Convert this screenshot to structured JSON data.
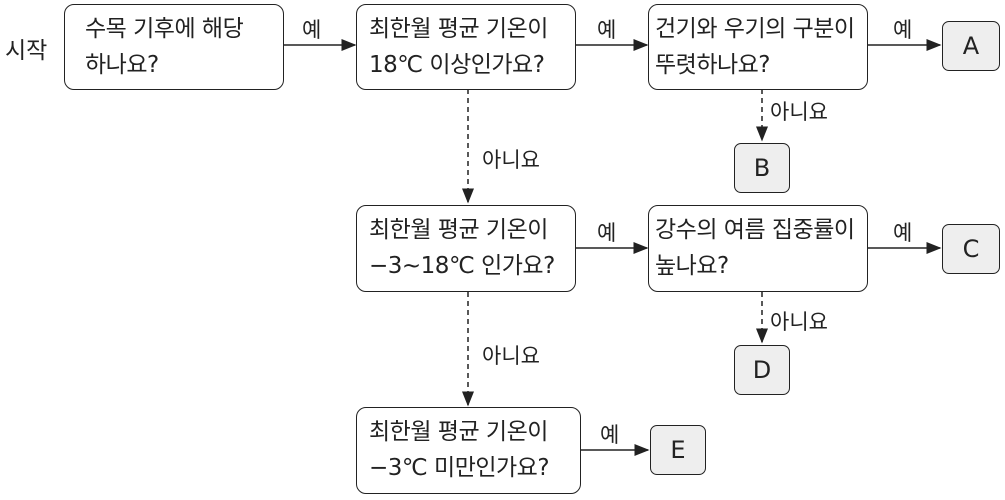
{
  "start_label": "시작",
  "yes": "예",
  "no": "아니요",
  "questions": {
    "q1": [
      "수목 기후에 해당",
      "하나요?"
    ],
    "q2": [
      "최한월 평균 기온이",
      "18℃ 이상인가요?"
    ],
    "q3": [
      "건기와 우기의 구분이",
      "뚜렷하나요?"
    ],
    "q4": [
      "최한월 평균 기온이",
      "−3∼18℃ 인가요?"
    ],
    "q5": [
      "강수의 여름 집중률이",
      "높나요?"
    ],
    "q6": [
      "최한월 평균 기온이",
      "−3℃ 미만인가요?"
    ]
  },
  "results": {
    "a": "A",
    "b": "B",
    "c": "C",
    "d": "D",
    "e": "E"
  },
  "colors": {
    "result_fill": "#eeeeee",
    "line": "#222222"
  }
}
